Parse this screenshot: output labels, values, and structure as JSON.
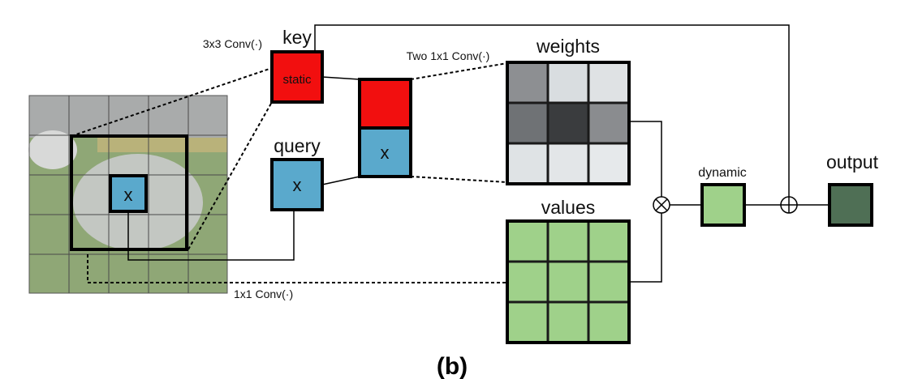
{
  "labels": {
    "conv3x3": "3x3 Conv(·)",
    "key": "key",
    "static": "static",
    "two_conv": "Two 1x1 Conv(·)",
    "weights": "weights",
    "query": "query",
    "x_query": "x",
    "x_stack": "x",
    "x_image": "x",
    "dynamic": "dynamic",
    "output": "output",
    "values": "values",
    "conv1x1": "1x1 Conv(·)",
    "caption": "(b)"
  },
  "colors": {
    "key_red": "#f20f0f",
    "query_blue": "#5aa9cc",
    "green": "#9fd18a",
    "output_green": "#4f6f55",
    "grid_line": "#1a1a1a"
  },
  "weights_shades": [
    "#8d8f92",
    "#d9dde0",
    "#dfe2e4",
    "#6f7275",
    "#3a3c3e",
    "#8a8c8f",
    "#dfe3e5",
    "#e3e6e8",
    "#e6e9eb"
  ],
  "icons": {
    "multiply": "circled-times-icon",
    "add": "circled-plus-icon"
  }
}
